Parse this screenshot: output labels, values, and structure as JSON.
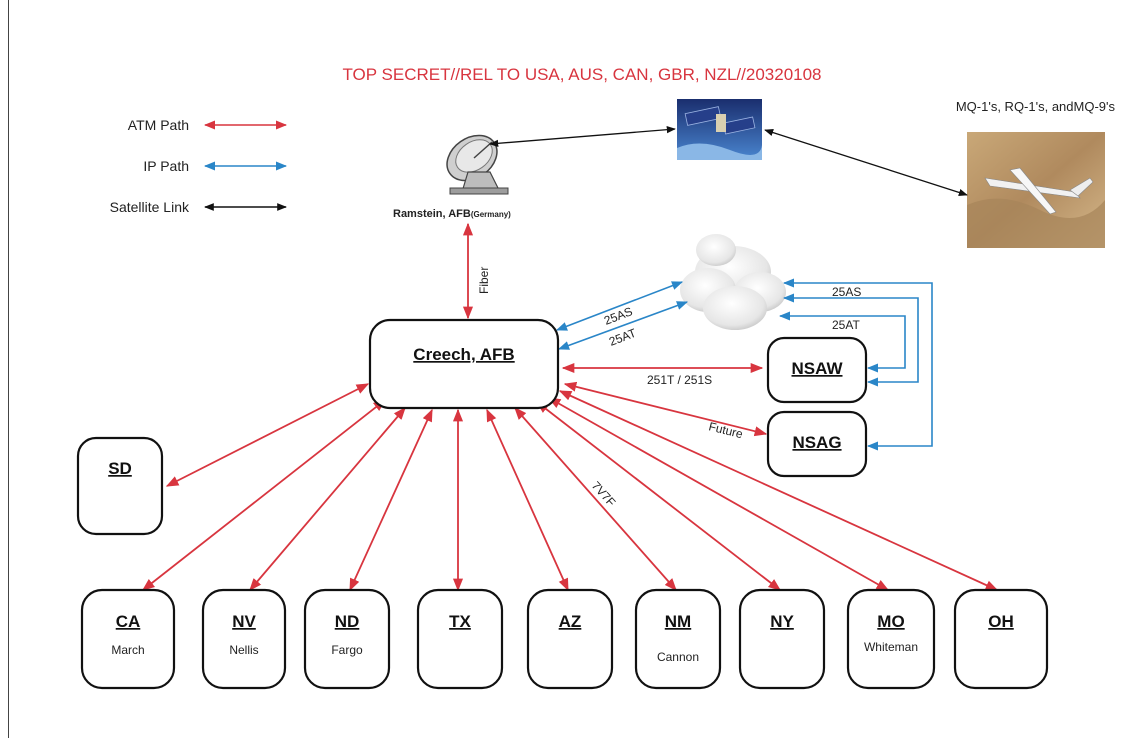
{
  "banner": "TOP SECRET//REL TO USA, AUS, CAN, GBR, NZL//20320108",
  "legend": {
    "atm": "ATM Path",
    "ip": "IP Path",
    "satellite": "Satellite Link"
  },
  "colors": {
    "atm": "#d8353f",
    "ip": "#2a86c8",
    "satellite": "#111111",
    "banner": "#d8353f"
  },
  "ramstein": {
    "label": "Ramstein, AFB",
    "sub": "(Germany)"
  },
  "drones": {
    "label": "MQ-1's, RQ-1's, andMQ-9's"
  },
  "hub": {
    "label": "Creech, AFB"
  },
  "links": {
    "fiber": "Fiber",
    "as_diag": "25AS",
    "at_diag": "25AT",
    "as_right": "25AS",
    "at_right": "25AT",
    "nsaw_path": "251T / 251S",
    "future": "Future",
    "code": "7V7F"
  },
  "nodes": {
    "nsaw": {
      "label": "NSAW"
    },
    "nsag": {
      "label": "NSAG"
    },
    "sd": {
      "label": "SD"
    },
    "ca": {
      "label": "CA",
      "sub": "March"
    },
    "nv": {
      "label": "NV",
      "sub": "Nellis"
    },
    "nd": {
      "label": "ND",
      "sub": "Fargo"
    },
    "tx": {
      "label": "TX"
    },
    "az": {
      "label": "AZ"
    },
    "nm": {
      "label": "NM",
      "sub": "Cannon"
    },
    "ny": {
      "label": "NY"
    },
    "mo": {
      "label": "MO",
      "sub": "Whiteman"
    },
    "oh": {
      "label": "OH"
    }
  },
  "icons": {
    "satellite": "satellite-icon",
    "dish": "satellite-dish-icon",
    "cloud": "cloud-icon",
    "drone": "drone-photo-icon"
  }
}
